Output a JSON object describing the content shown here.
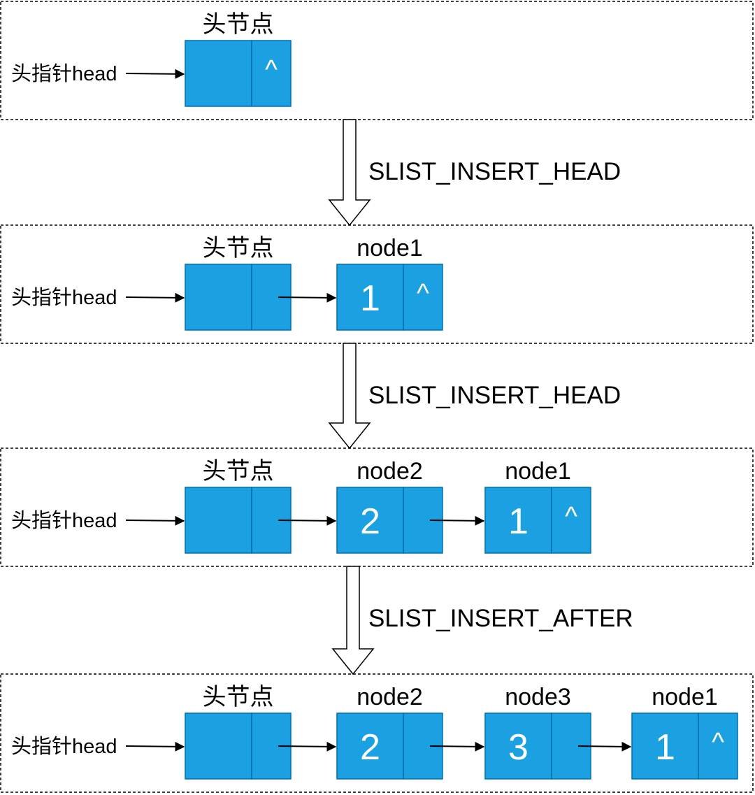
{
  "stages": [
    {
      "nodes": [
        {
          "title": "头节点",
          "value": "",
          "next_null": true
        }
      ]
    },
    {
      "nodes": [
        {
          "title": "头节点",
          "value": "",
          "next_null": false
        },
        {
          "title": "node1",
          "value": "1",
          "next_null": true
        }
      ]
    },
    {
      "nodes": [
        {
          "title": "头节点",
          "value": "",
          "next_null": false
        },
        {
          "title": "node2",
          "value": "2",
          "next_null": false
        },
        {
          "title": "node1",
          "value": "1",
          "next_null": true
        }
      ]
    },
    {
      "nodes": [
        {
          "title": "头节点",
          "value": "",
          "next_null": false
        },
        {
          "title": "node2",
          "value": "2",
          "next_null": false
        },
        {
          "title": "node3",
          "value": "3",
          "next_null": false
        },
        {
          "title": "node1",
          "value": "1",
          "next_null": true
        }
      ]
    }
  ],
  "head_pointer_label": "头指针head",
  "null_symbol": "^",
  "operations": [
    "SLIST_INSERT_HEAD",
    "SLIST_INSERT_HEAD",
    "SLIST_INSERT_AFTER"
  ],
  "colors": {
    "node_fill": "#1ba1e2",
    "node_stroke": "#006eaf"
  }
}
